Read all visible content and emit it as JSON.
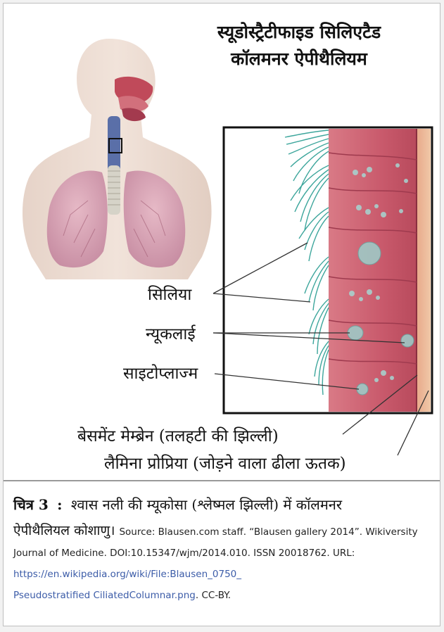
{
  "diagram": {
    "title_line1": "स्यूडोस्ट्रैटीफाइड सिलिएटैड",
    "title_line2": "कॉलमनर ऐपीथैलियम",
    "labels": {
      "cilia": "सिलिया",
      "nuclei": "न्यूकलाई",
      "cytoplasm": "साइटोप्लाज्म",
      "basement_membrane": "बेसमेंट मेम्ब्रेन (तलहटी की झिल्ली)",
      "lamina_propria": "लैमिना प्रोप्रिया (जोड़ने वाला ढीला ऊतक)"
    }
  },
  "caption": {
    "figure_label": "चित्र 3",
    "separator": ":",
    "text_part1": "श्वास नली की म्यूकोसा (श्लेष्मल झिल्ली) में कॉलमनर",
    "text_part2": "ऐपीथैलियल कोशाणु।",
    "source_text": "Source: Blausen.com staff. “Blausen gallery 2014”. Wikiversity Journal of Medicine. DOI:10.15347/wjm/2014.010. ISSN 20018762. URL:",
    "url_line1": "https://en.wikipedia.org/wiki/File:Blausen_0750_",
    "url_line2": "Pseudostratified CiliatedColumnar.png",
    "license": ". CC-BY."
  }
}
